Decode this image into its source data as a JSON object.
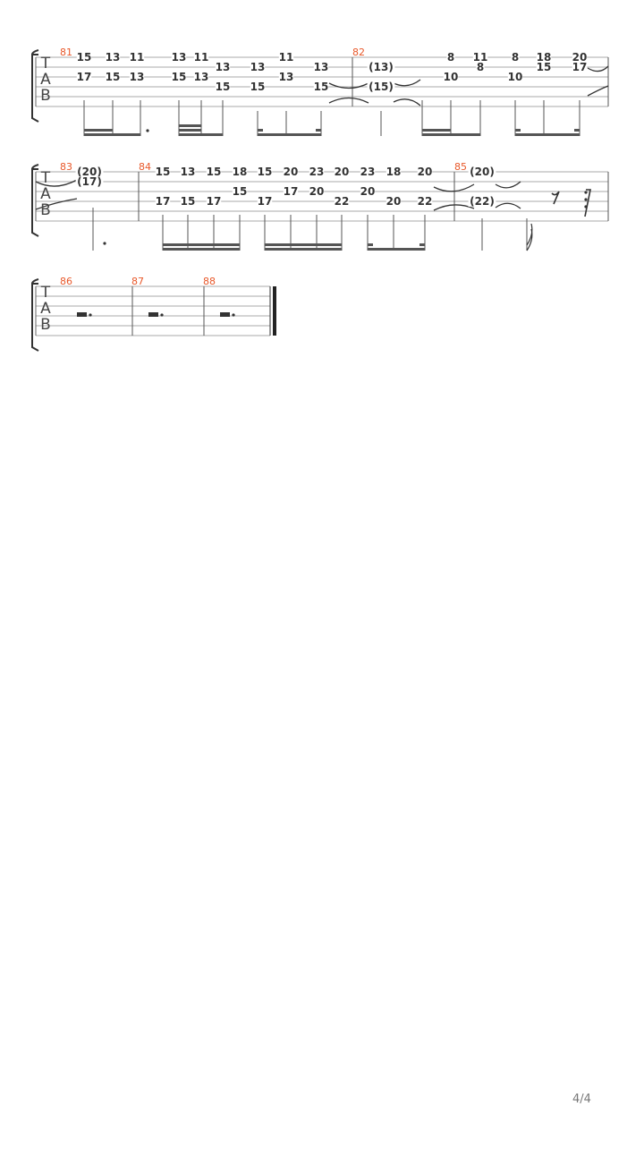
{
  "clef_letters": [
    "T",
    "A",
    "B"
  ],
  "page_number": "4/4",
  "systems": [
    {
      "measures": [
        {
          "number": "81",
          "notes": [
            {
              "s": 0,
              "t": "15"
            },
            {
              "s": 0,
              "t": "13"
            },
            {
              "s": 0,
              "t": "11"
            },
            {
              "s": 0,
              "t": "13"
            },
            {
              "s": 0,
              "t": "11"
            },
            {
              "s": 1,
              "t": "13"
            },
            {
              "s": 1,
              "t": "13"
            },
            {
              "s": 0,
              "t": "11"
            },
            {
              "s": 1,
              "t": "13"
            },
            {
              "s": 2,
              "t": "17"
            },
            {
              "s": 2,
              "t": "15"
            },
            {
              "s": 2,
              "t": "13"
            },
            {
              "s": 2,
              "t": "15"
            },
            {
              "s": 2,
              "t": "13"
            },
            {
              "s": 3,
              "t": "15"
            },
            {
              "s": 3,
              "t": "15"
            },
            {
              "s": 2,
              "t": "13"
            },
            {
              "s": 3,
              "t": "15"
            }
          ]
        },
        {
          "number": "82",
          "notes": [
            {
              "s": 1,
              "t": "(13)"
            },
            {
              "s": 3,
              "t": "(15)"
            },
            {
              "s": 0,
              "t": "8"
            },
            {
              "s": 0,
              "t": "11"
            },
            {
              "s": 0,
              "t": "8"
            },
            {
              "s": 0,
              "t": "18"
            },
            {
              "s": 0,
              "t": "20"
            },
            {
              "s": 2,
              "t": "10"
            },
            {
              "s": 1,
              "t": "8"
            },
            {
              "s": 2,
              "t": "10"
            },
            {
              "s": 1,
              "t": "15"
            },
            {
              "s": 1,
              "t": "17"
            }
          ]
        }
      ]
    },
    {
      "measures": [
        {
          "number": "83",
          "notes": [
            {
              "s": 0,
              "t": "(20)"
            },
            {
              "s": 1,
              "t": "(17)"
            }
          ]
        },
        {
          "number": "84",
          "notes": [
            {
              "s": 0,
              "t": "15"
            },
            {
              "s": 0,
              "t": "13"
            },
            {
              "s": 0,
              "t": "15"
            },
            {
              "s": 0,
              "t": "18"
            },
            {
              "s": 0,
              "t": "15"
            },
            {
              "s": 0,
              "t": "20"
            },
            {
              "s": 0,
              "t": "23"
            },
            {
              "s": 0,
              "t": "20"
            },
            {
              "s": 0,
              "t": "23"
            },
            {
              "s": 0,
              "t": "18"
            },
            {
              "s": 0,
              "t": "20"
            },
            {
              "s": 3,
              "t": "17"
            },
            {
              "s": 3,
              "t": "15"
            },
            {
              "s": 3,
              "t": "17"
            },
            {
              "s": 2,
              "t": "15"
            },
            {
              "s": 3,
              "t": "17"
            },
            {
              "s": 2,
              "t": "17"
            },
            {
              "s": 2,
              "t": "20"
            },
            {
              "s": 3,
              "t": "22"
            },
            {
              "s": 2,
              "t": "20"
            },
            {
              "s": 3,
              "t": "20"
            },
            {
              "s": 3,
              "t": "22"
            }
          ]
        },
        {
          "number": "85",
          "notes": [
            {
              "s": 0,
              "t": "(20)"
            },
            {
              "s": 3,
              "t": "(22)"
            }
          ]
        }
      ]
    },
    {
      "measures": [
        {
          "number": "86",
          "notes": []
        },
        {
          "number": "87",
          "notes": []
        },
        {
          "number": "88",
          "notes": []
        }
      ]
    }
  ]
}
